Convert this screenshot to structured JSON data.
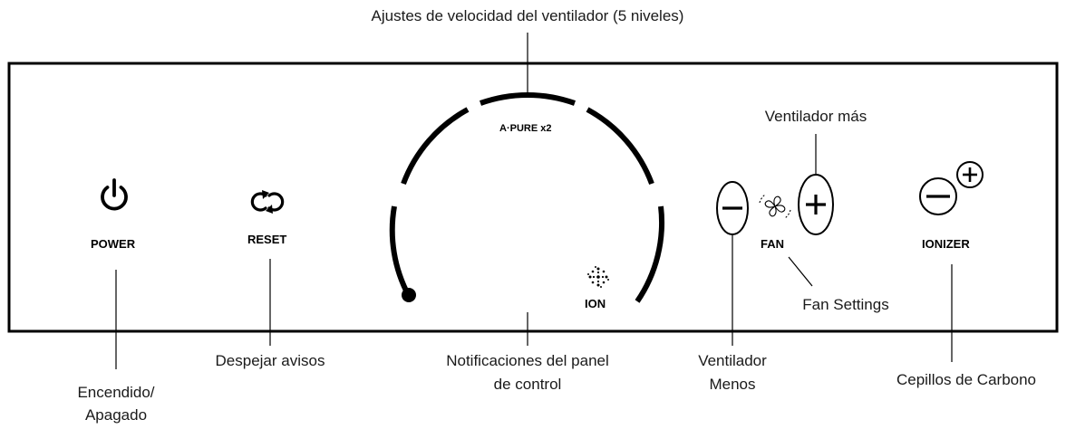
{
  "panel": {
    "brand": "A·PURE x2",
    "buttons": {
      "power": "POWER",
      "reset": "RESET",
      "ion": "ION",
      "fan": "FAN",
      "ionizer": "IONIZER"
    }
  },
  "callouts": {
    "fan_speed": "Ajustes de velocidad del ventilador (5 niveles)",
    "fan_plus": "Ventilador más",
    "fan_settings": "Fan Settings",
    "power_line1": "Encendido/",
    "power_line2": "Apagado",
    "reset": "Despejar avisos",
    "notifications_line1": "Notificaciones del panel",
    "notifications_line2": "de control",
    "fan_minus_line1": "Ventilador",
    "fan_minus_line2": "Menos",
    "ionizer": "Cepillos de Carbono"
  },
  "icons": [
    "power-icon",
    "reset-icon",
    "ion-icon",
    "fan-icon",
    "minus-icon",
    "plus-icon"
  ],
  "colors": {
    "ink": "#000000",
    "text": "#1a1a1a",
    "background": "#ffffff"
  }
}
